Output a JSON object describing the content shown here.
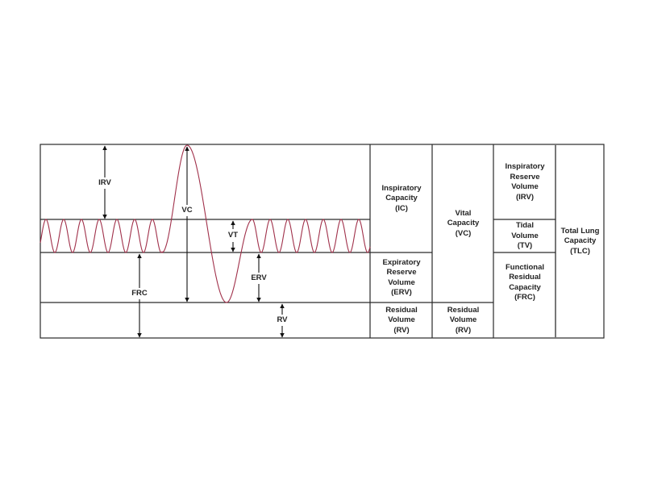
{
  "colors": {
    "wave": "#a0304a",
    "lines": "#222222",
    "background": "#ffffff"
  },
  "graph_labels": {
    "irv": "IRV",
    "vc": "VC",
    "vt": "VT",
    "erv": "ERV",
    "frc": "FRC",
    "rv": "RV"
  },
  "table": {
    "col1": {
      "ic": [
        "Inspiratory",
        "Capacity",
        "(IC)"
      ],
      "erv": [
        "Expiratory",
        "Reserve",
        "Volume",
        "(ERV)"
      ],
      "rv": [
        "Residual",
        "Volume",
        "(RV)"
      ]
    },
    "col2": {
      "vc": [
        "Vital",
        "Capacity",
        "(VC)"
      ],
      "rv": [
        "Residual",
        "Volume",
        "(RV)"
      ]
    },
    "col3": {
      "irv": [
        "Inspiratory",
        "Reserve",
        "Volume",
        "(IRV)"
      ],
      "tv": [
        "Tidal",
        "Volume",
        "(TV)"
      ],
      "frc": [
        "Functional",
        "Residual",
        "Capacity",
        "(FRC)"
      ]
    },
    "col4": {
      "tlc": [
        "Total Lung",
        "Capacity",
        "(TLC)"
      ]
    }
  }
}
